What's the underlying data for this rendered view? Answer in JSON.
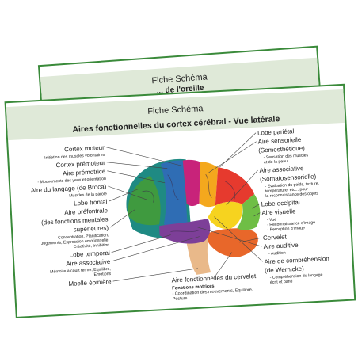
{
  "back_card": {
    "title": "Fiche Schéma",
    "subtitle_partial": "... de l'oreille"
  },
  "front_card": {
    "title": "Fiche Schéma",
    "subtitle": "Aires fonctionnelles du cortex cérébral - Vue latérale"
  },
  "left_labels": [
    {
      "main": "Cortex moteur",
      "sub": [
        "- Initiation des muscles volontaires"
      ]
    },
    {
      "main": "Cortex prémoteur",
      "sub": []
    },
    {
      "main": "Aire prémotrice",
      "sub": [
        "- Mouvements des yeux et orientation"
      ]
    },
    {
      "main": "Aire du langage (de Broca)",
      "sub": [
        "- Muscles de la parole"
      ]
    },
    {
      "main": "Lobe frontal",
      "sub": []
    },
    {
      "main": "Aire préfontrale",
      "sub": []
    },
    {
      "main": "(des fonctions mentales",
      "sub": []
    },
    {
      "main": "supérieures)",
      "sub": [
        "- Concentration, Planification,",
        "Jugements, Expression émotionnelle,",
        "Créativité, Inhibition"
      ]
    },
    {
      "main": "Lobe temporal",
      "sub": []
    },
    {
      "main": "Aire associative",
      "sub": [
        "- Mémoire à court terme, Equilibre,",
        "Emotions"
      ]
    },
    {
      "main": "Moelle épinière",
      "sub": []
    }
  ],
  "right_labels": [
    {
      "main": "Lobe pariétal",
      "sub": []
    },
    {
      "main": "Aire sensorielle",
      "sub": []
    },
    {
      "main": "(Somesthétique)",
      "sub": [
        "- Sensation des muscles",
        "et de la peau"
      ]
    },
    {
      "main": "Aire associative",
      "sub": []
    },
    {
      "main": "(Somatosensorielle)",
      "sub": [
        "- Evaluation du poids, texture,",
        "température, etc... pour",
        "la reconnaissance des objets"
      ]
    },
    {
      "main": "Lobe occipital",
      "sub": []
    },
    {
      "main": "Aire visuelle",
      "sub": [
        "- Vue",
        "- Reconnaissance d'image",
        "- Perception d'image"
      ]
    },
    {
      "main": "Cervelet",
      "sub": []
    },
    {
      "main": "Aire auditive",
      "sub": [
        "- Audition"
      ]
    },
    {
      "main": "Aire de compréhension",
      "sub": []
    },
    {
      "main": "(de Wernicke)",
      "sub": [
        "- Compréhension du langage",
        "écrit et parlé"
      ]
    }
  ],
  "bottom_label": {
    "main": "Aire fonctionnelles du cervelet",
    "heading": "Fonctions motrices:",
    "sub": [
      "- Coordination des mouvements, Equilibre,",
      "Posture"
    ]
  },
  "colors": {
    "card_header": "#dfe9d8",
    "card_border": "#3a8a3a",
    "frontal": "#1f8a83",
    "motor": "#c8237a",
    "premotor": "#2f6db4",
    "prefrontal": "#3f9a3f",
    "parietal": "#e63a2e",
    "sensory": "#f4a81d",
    "associative": "#f6d31f",
    "temporal": "#7d3f98",
    "occipital": "#6fbe45",
    "cerebellum": "#e8672a",
    "brainstem": "#e9b98a",
    "leader": "#444444"
  }
}
